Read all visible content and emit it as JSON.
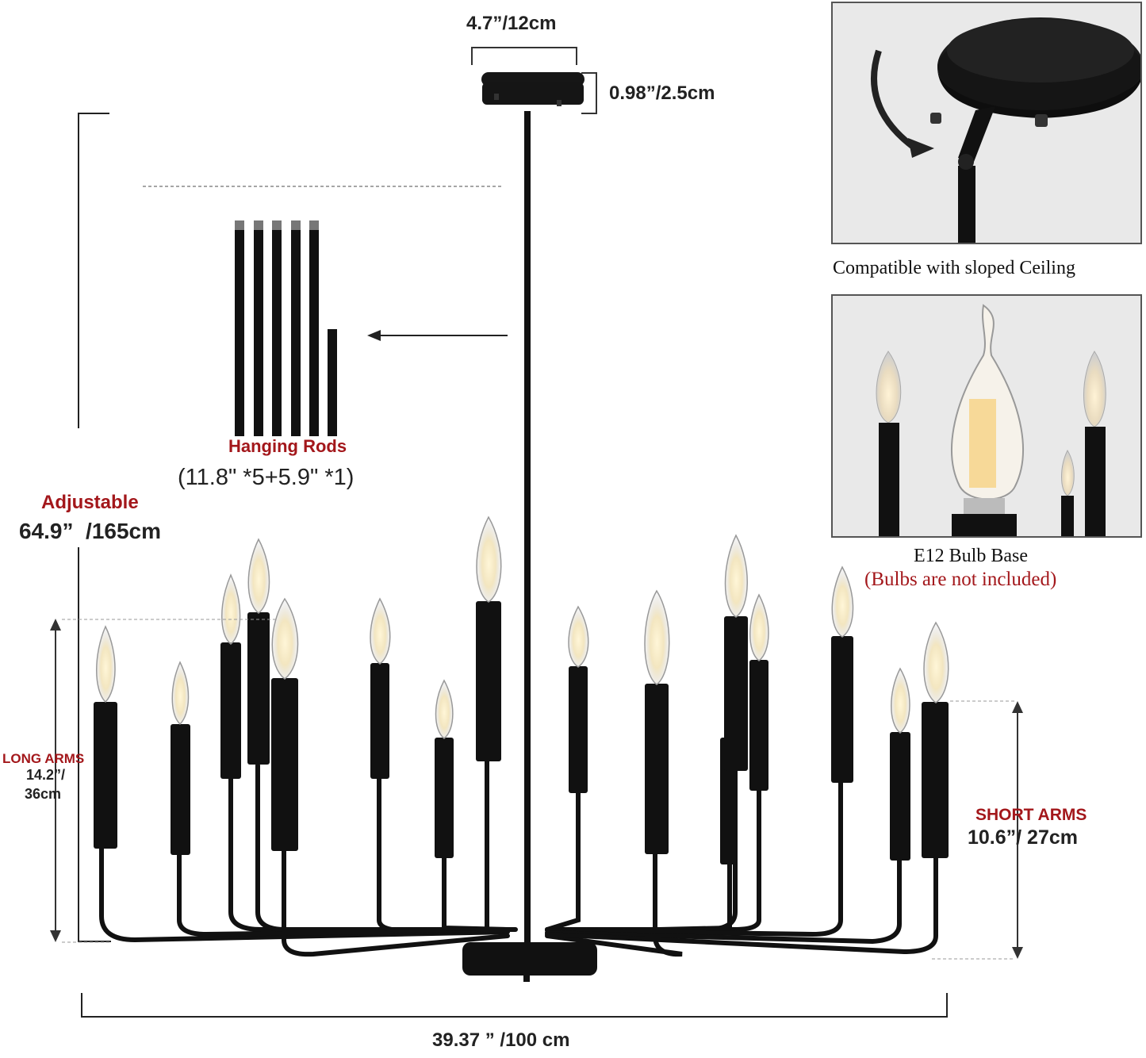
{
  "dimensions": {
    "canopy_width": "4.7”/12cm",
    "canopy_height": "0.98”/2.5cm",
    "adjustable_label": "Adjustable",
    "adjustable_value": "64.9”  /165cm",
    "rods_label": "Hanging Rods",
    "rods_value": "(11.8\" *5+5.9\" *1)",
    "long_arms_label": "LONG ARMS",
    "long_arms_value_1": "14.2”/",
    "long_arms_value_2": "36cm",
    "short_arms_label": "SHORT ARMS",
    "short_arms_value": "10.6”/ 27cm",
    "total_width": "39.37 ” /100 cm"
  },
  "panels": {
    "sloped_caption": "Compatible with sloped Ceiling",
    "bulb_caption": "E12 Bulb Base",
    "bulb_note": "(Bulbs are not included)"
  },
  "colors": {
    "fixture": "#111111",
    "accent_red": "#a3171b",
    "panel_bg": "#e9e9e9"
  }
}
